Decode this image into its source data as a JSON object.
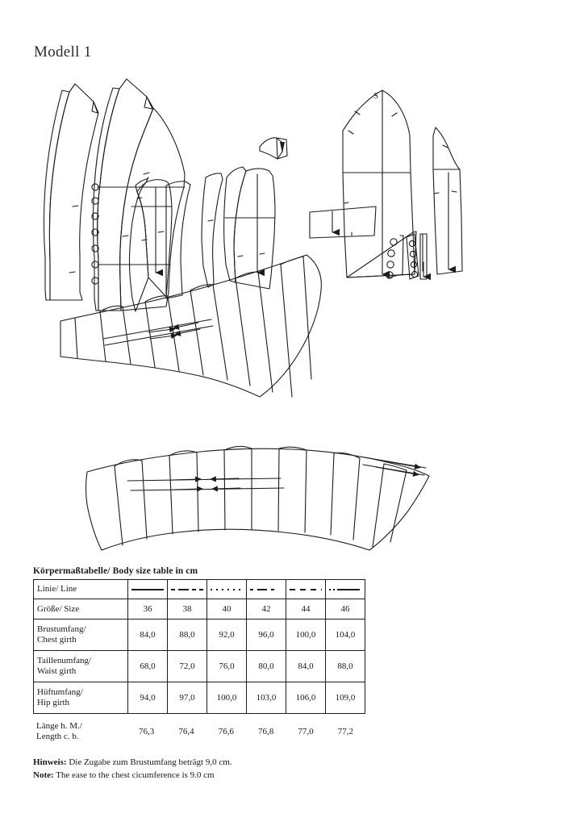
{
  "document": {
    "title": "Modell 1",
    "background_color": "#ffffff",
    "ink_color": "#1c1c1c"
  },
  "pattern": {
    "sleeve_grain_label": "S",
    "pieces": [
      {
        "name": "front-facing-left",
        "type": "facing"
      },
      {
        "name": "front-panel",
        "type": "bodice-front",
        "buttons": 7
      },
      {
        "name": "side-front-panel",
        "type": "bodice-side"
      },
      {
        "name": "back-panel",
        "type": "bodice-back"
      },
      {
        "name": "collar-piece",
        "type": "collar"
      },
      {
        "name": "sleeve-upper",
        "type": "sleeve",
        "buttons": 4
      },
      {
        "name": "sleeve-under",
        "type": "sleeve"
      },
      {
        "name": "cuff-placket",
        "type": "placket",
        "buttons": 4
      },
      {
        "name": "binding-strip",
        "type": "strip"
      },
      {
        "name": "waistband",
        "type": "waistband"
      },
      {
        "name": "skirt-panel-upper",
        "type": "skirt"
      },
      {
        "name": "skirt-panel-lower",
        "type": "skirt"
      }
    ]
  },
  "table": {
    "heading": "Körpermaßtabelle/ Body size table in cm",
    "row_labels": {
      "line": "Linie/ Line",
      "size": "Größe/ Size",
      "chest": "Brustumfang/\nChest girth",
      "waist": "Taillenumfang/\nWaist girth",
      "hip": "Hüftumfang/\nHip girth",
      "length": "Länge h. M./\nLength c. b."
    },
    "line_styles": [
      "solid",
      "dash-long-dash",
      "dotted",
      "dash-longdash-dash",
      "dashed",
      "dot-dot-line-dot"
    ],
    "sizes": [
      "36",
      "38",
      "40",
      "42",
      "44",
      "46"
    ],
    "chest": [
      "84,0",
      "88,0",
      "92,0",
      "96,0",
      "100,0",
      "104,0"
    ],
    "waist": [
      "68,0",
      "72,0",
      "76,0",
      "80,0",
      "84,0",
      "88,0"
    ],
    "hip": [
      "94,0",
      "97,0",
      "100,0",
      "103,0",
      "106,0",
      "109,0"
    ],
    "length": [
      "76,3",
      "76,4",
      "76,6",
      "76,8",
      "77,0",
      "77,2"
    ]
  },
  "notes": {
    "de_label": "Hinweis:",
    "de_text": " Die Zugabe zum Brustumfang beträgt 9,0 cm.",
    "en_label": "Note:",
    "en_text": " The ease to the chest cicumference is 9.0 cm"
  }
}
